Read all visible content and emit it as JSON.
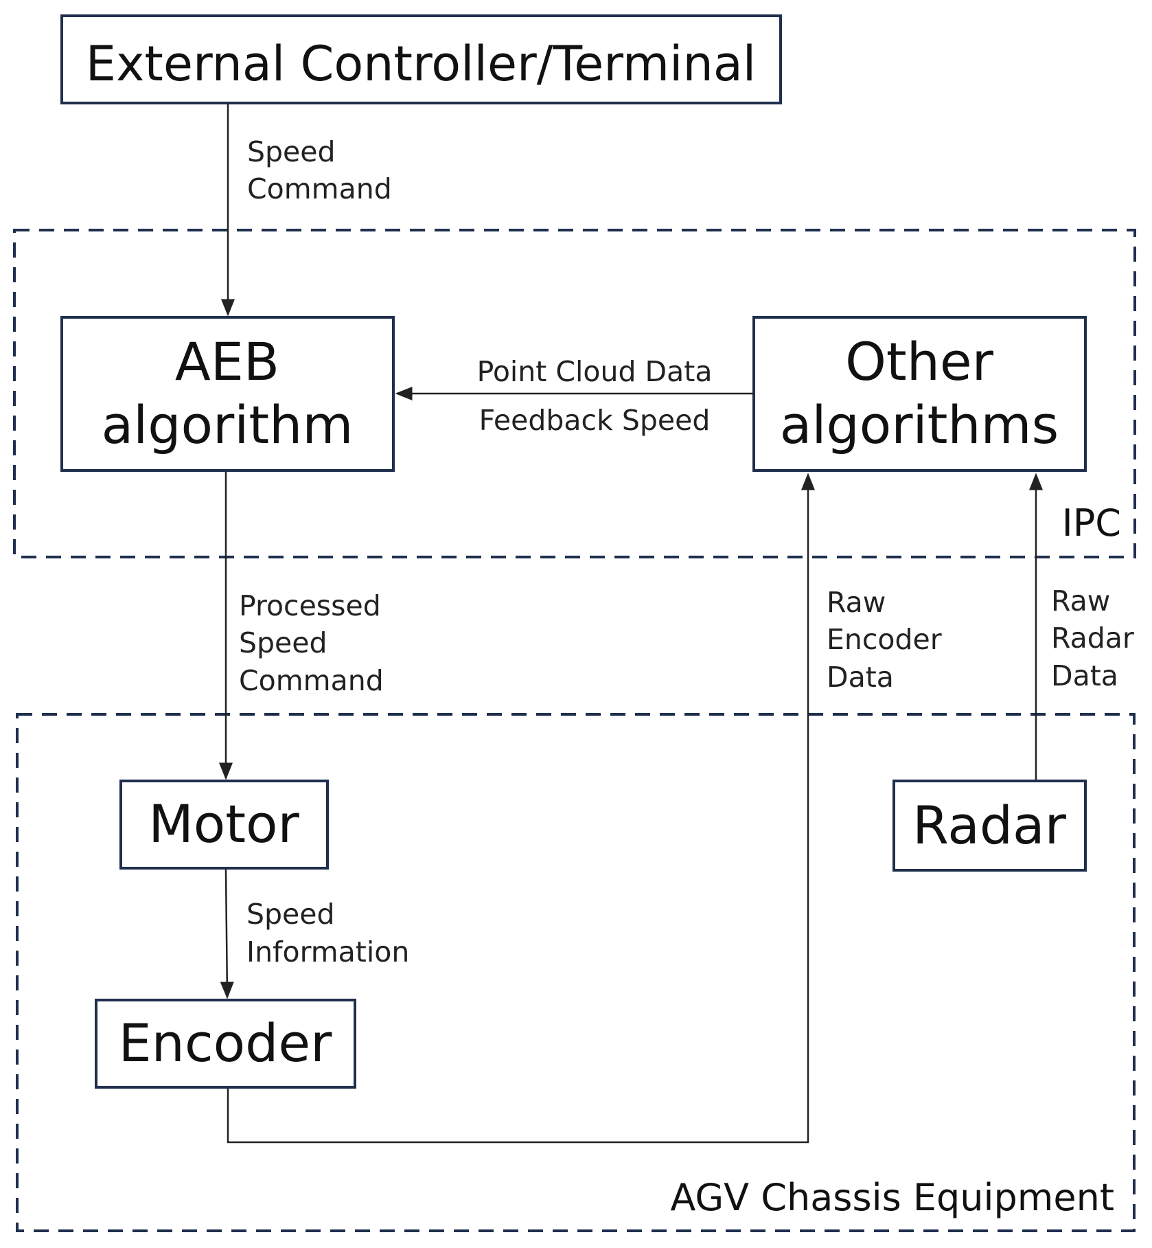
{
  "colors": {
    "box_border": "#1f2f4d",
    "region_border": "#1f2f4d",
    "arrow": "#222222",
    "text": "#111111",
    "background": "#ffffff"
  },
  "regions": {
    "ipc": {
      "label": "IPC"
    },
    "agv": {
      "label": "AGV Chassis Equipment"
    }
  },
  "nodes": {
    "external_controller": {
      "label": "External Controller/Terminal"
    },
    "aeb": {
      "line1": "AEB",
      "line2": "algorithm"
    },
    "other_algorithms": {
      "line1": "Other",
      "line2": "algorithms"
    },
    "motor": {
      "label": "Motor"
    },
    "encoder": {
      "label": "Encoder"
    },
    "radar": {
      "label": "Radar"
    }
  },
  "edges": {
    "speed_command": {
      "line1": "Speed",
      "line2": "Command"
    },
    "point_cloud": {
      "line1": "Point Cloud Data",
      "line2": "Feedback Speed"
    },
    "processed_speed": {
      "line1": "Processed",
      "line2": "Speed",
      "line3": "Command"
    },
    "speed_info": {
      "line1": "Speed",
      "line2": "Information"
    },
    "raw_encoder": {
      "line1": "Raw",
      "line2": "Encoder",
      "line3": "Data"
    },
    "raw_radar": {
      "line1": "Raw",
      "line2": "Radar",
      "line3": "Data"
    }
  }
}
